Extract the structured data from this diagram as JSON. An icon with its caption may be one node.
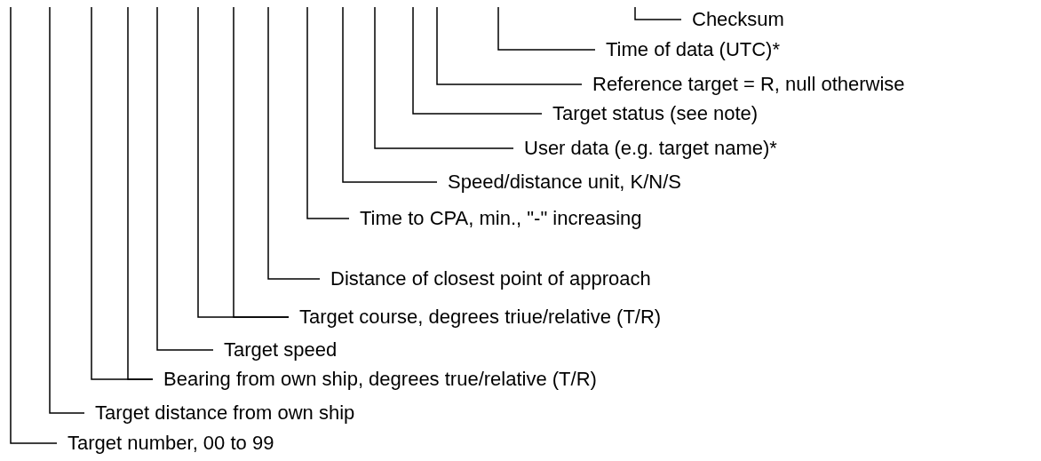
{
  "diagram": {
    "nodes": [
      {
        "text": [
          "Checksum"
        ]
      },
      {
        "text": [
          "Time of data (UTC)*"
        ]
      },
      {
        "text": [
          "Reference target = R, null otherwise"
        ]
      },
      {
        "text": [
          "Target status (see note)"
        ]
      },
      {
        "text": [
          "User data (e.g. target name)*"
        ]
      },
      {
        "text": [
          "Speed/distance unit, K/N/S"
        ]
      },
      {
        "text": [
          "Time to CPA, min., \"-\" increasing"
        ]
      },
      {
        "text": [
          "Distance of closest point of approach"
        ]
      },
      {
        "text": [
          "Target course, degrees triue/relative (T/R)"
        ]
      },
      {
        "text": [
          "Target speed"
        ]
      },
      {
        "text": [
          "Bearing from own ship, degrees true/relative (T/R)"
        ]
      },
      {
        "text": [
          "Target distance from own ship"
        ]
      },
      {
        "text": [
          "Target number, 00 to 99"
        ]
      }
    ],
    "edges": [
      {
        "from": 0,
        "to": null,
        "arrow": "none"
      },
      {
        "from": 1,
        "to": null,
        "arrow": "none"
      },
      {
        "from": 2,
        "to": null,
        "arrow": "none"
      },
      {
        "from": 3,
        "to": null,
        "arrow": "none"
      },
      {
        "from": 4,
        "to": null,
        "arrow": "none"
      },
      {
        "from": 5,
        "to": null,
        "arrow": "none"
      },
      {
        "from": 6,
        "to": null,
        "arrow": "none"
      },
      {
        "from": 7,
        "to": null,
        "arrow": "none"
      },
      {
        "from": 8,
        "to": null,
        "arrow": "none"
      },
      {
        "from": 8,
        "to": null,
        "arrow": "none"
      },
      {
        "from": 9,
        "to": null,
        "arrow": "none"
      },
      {
        "from": 10,
        "to": null,
        "arrow": "none"
      },
      {
        "from": 10,
        "to": null,
        "arrow": "none"
      },
      {
        "from": 11,
        "to": null,
        "arrow": "none"
      },
      {
        "from": 12,
        "to": null,
        "arrow": "none"
      }
    ]
  }
}
